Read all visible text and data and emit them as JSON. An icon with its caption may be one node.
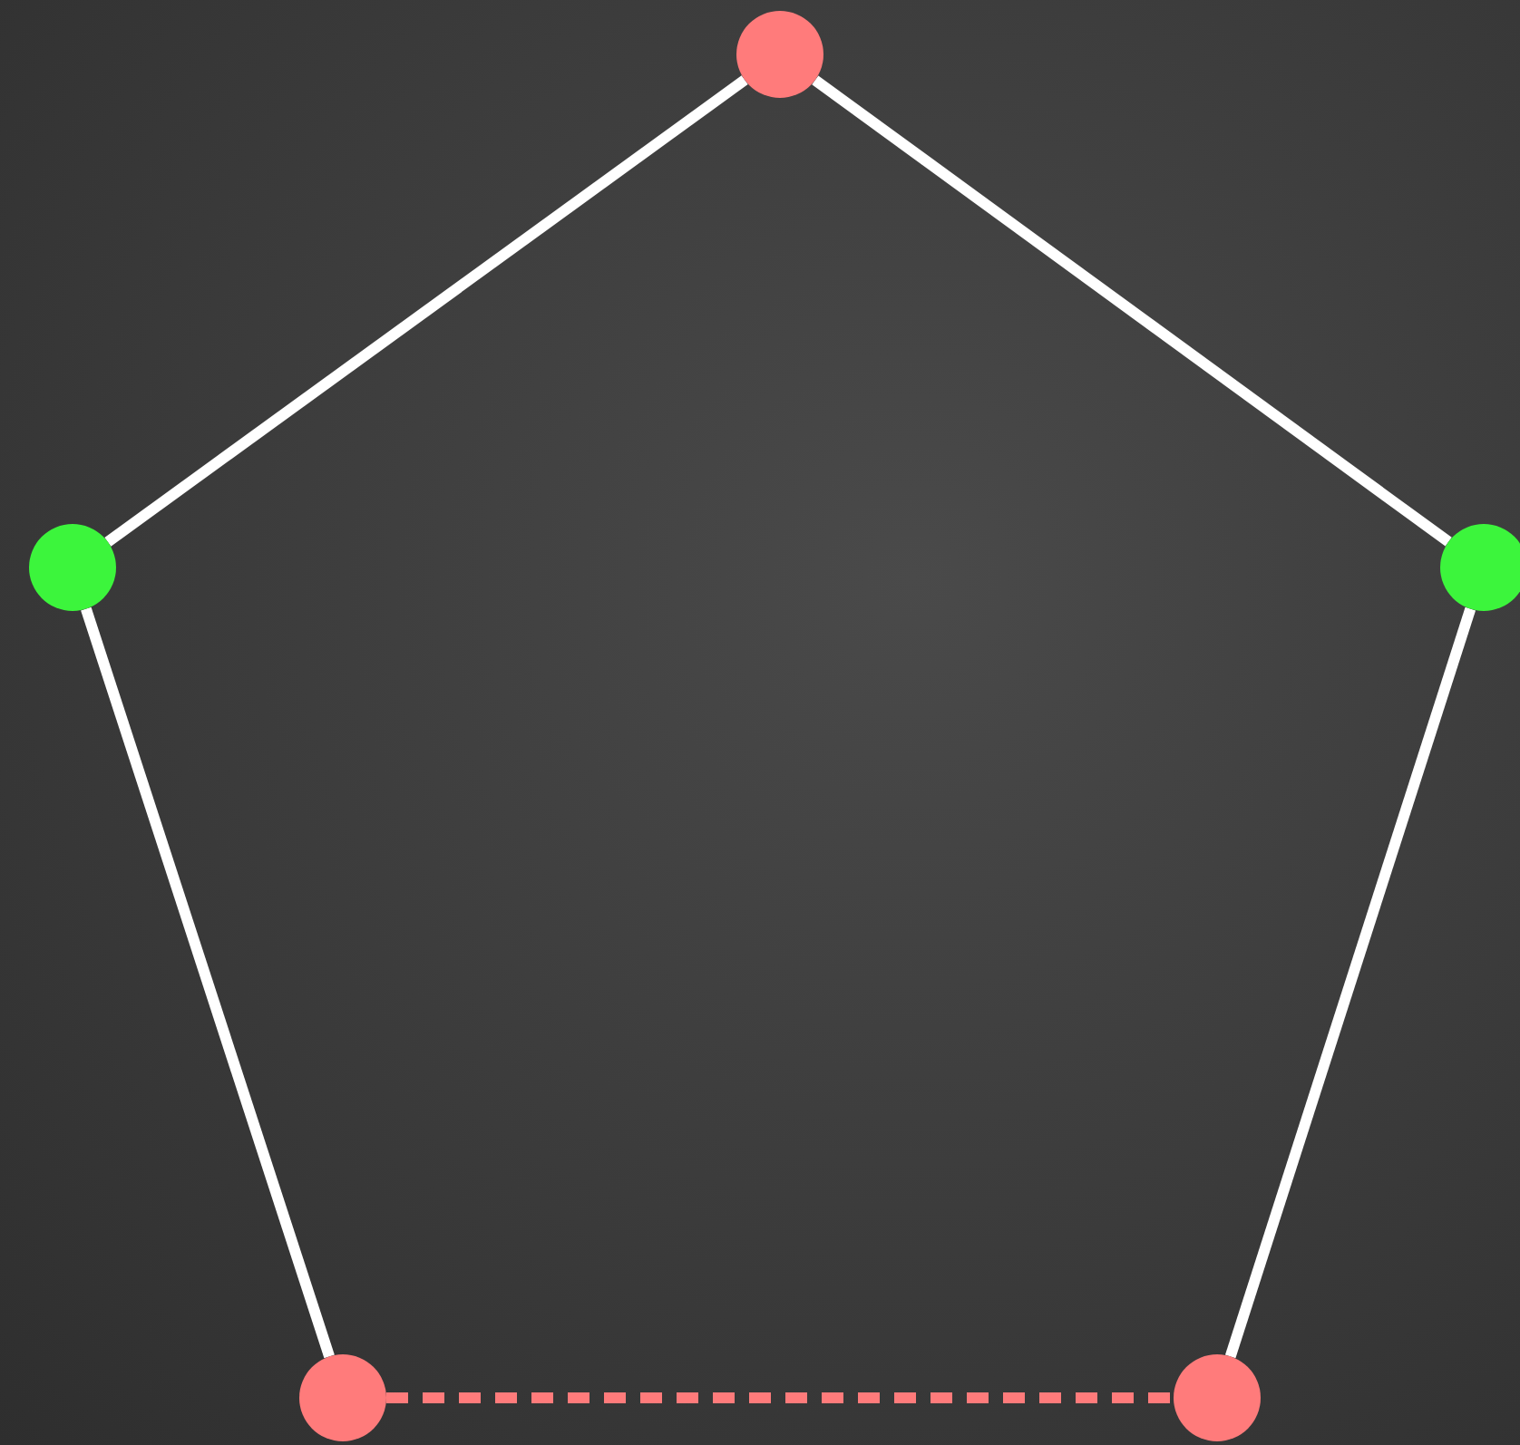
{
  "diagram": {
    "nodes": [
      {
        "text": [],
        "shape": "circle"
      },
      {
        "text": [],
        "shape": "circle"
      },
      {
        "text": [],
        "shape": "circle"
      },
      {
        "text": [],
        "shape": "circle"
      },
      {
        "text": [],
        "shape": "circle"
      }
    ],
    "edges": [
      {
        "from": 0,
        "to": 1,
        "arrow": "none"
      },
      {
        "from": 0,
        "to": 2,
        "arrow": "none"
      },
      {
        "from": 1,
        "to": 3,
        "arrow": "none"
      },
      {
        "from": 2,
        "to": 4,
        "arrow": "none"
      },
      {
        "from": 3,
        "to": 4,
        "arrow": "none",
        "style": "dashed",
        "color": "#ff7b7b"
      }
    ]
  }
}
